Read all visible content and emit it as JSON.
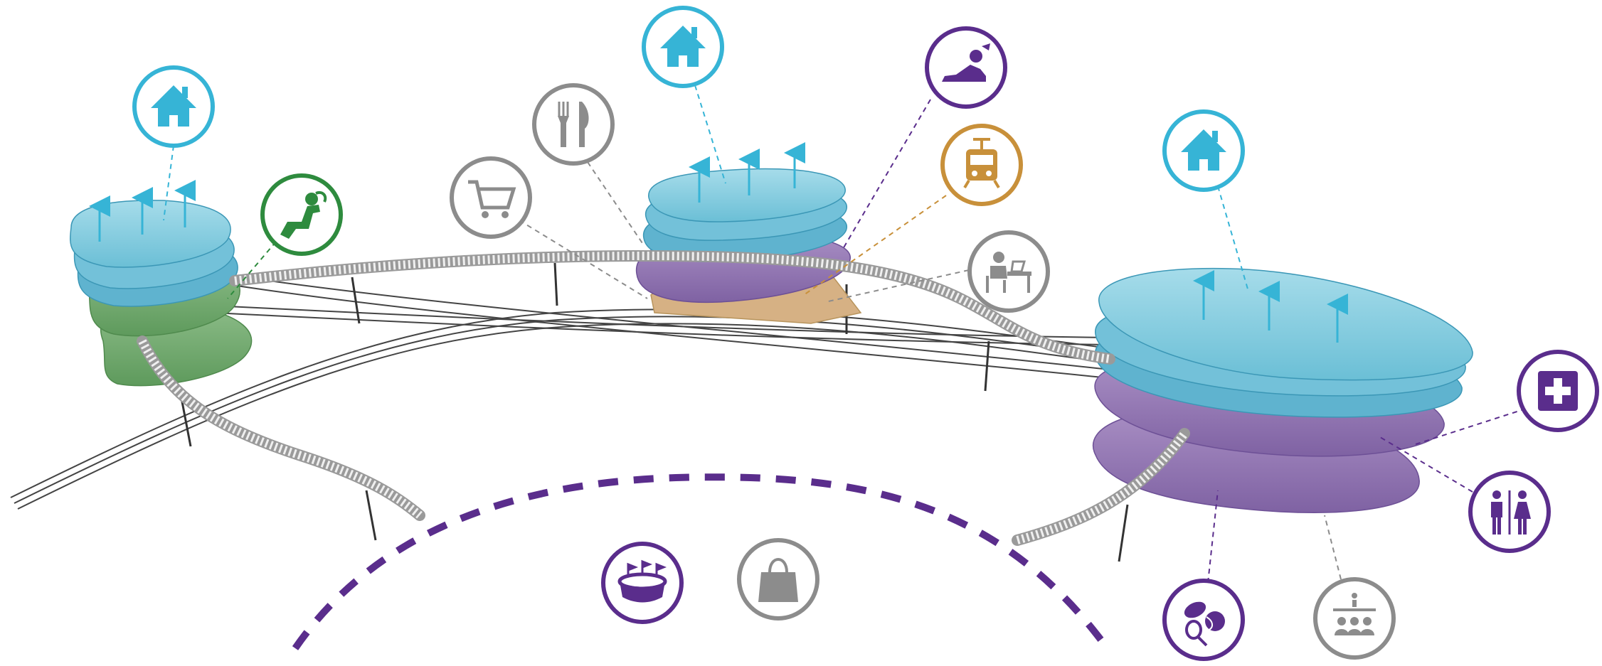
{
  "colors": {
    "residential": "#36b4d6",
    "residential_fill": "#8fd1e3",
    "public": "#5a2d8c",
    "public_fill": "#9b7fb8",
    "leisure": "#2e8b3e",
    "leisure_fill": "#7fb07c",
    "transport": "#c8903a",
    "transport_fill": "#d6b184",
    "commercial": "#8c8c8c",
    "bridge": "#d9d9d9",
    "rail": "#3a3a3a"
  },
  "icons": [
    {
      "id": "home-left",
      "name": "house-icon",
      "color": "residential"
    },
    {
      "id": "relax-left",
      "name": "relaxing-person-icon",
      "color": "leisure"
    },
    {
      "id": "home-center",
      "name": "house-icon",
      "color": "residential"
    },
    {
      "id": "restaurant",
      "name": "fork-knife-icon",
      "color": "commercial"
    },
    {
      "id": "shopping-cart",
      "name": "shopping-cart-icon",
      "color": "commercial"
    },
    {
      "id": "sunbathing",
      "name": "sunbathing-person-icon",
      "color": "public"
    },
    {
      "id": "tram",
      "name": "tram-icon",
      "color": "transport"
    },
    {
      "id": "office",
      "name": "office-desk-icon",
      "color": "commercial"
    },
    {
      "id": "home-right",
      "name": "house-icon",
      "color": "residential"
    },
    {
      "id": "medical",
      "name": "medical-cross-icon",
      "color": "public"
    },
    {
      "id": "toilets",
      "name": "toilets-icon",
      "color": "public"
    },
    {
      "id": "sports",
      "name": "sports-balls-icon",
      "color": "public"
    },
    {
      "id": "assembly",
      "name": "assembly-hall-icon",
      "color": "commercial"
    },
    {
      "id": "stadium",
      "name": "stadium-icon",
      "color": "public"
    },
    {
      "id": "shopping-bag",
      "name": "shopping-bag-icon",
      "color": "commercial"
    }
  ]
}
